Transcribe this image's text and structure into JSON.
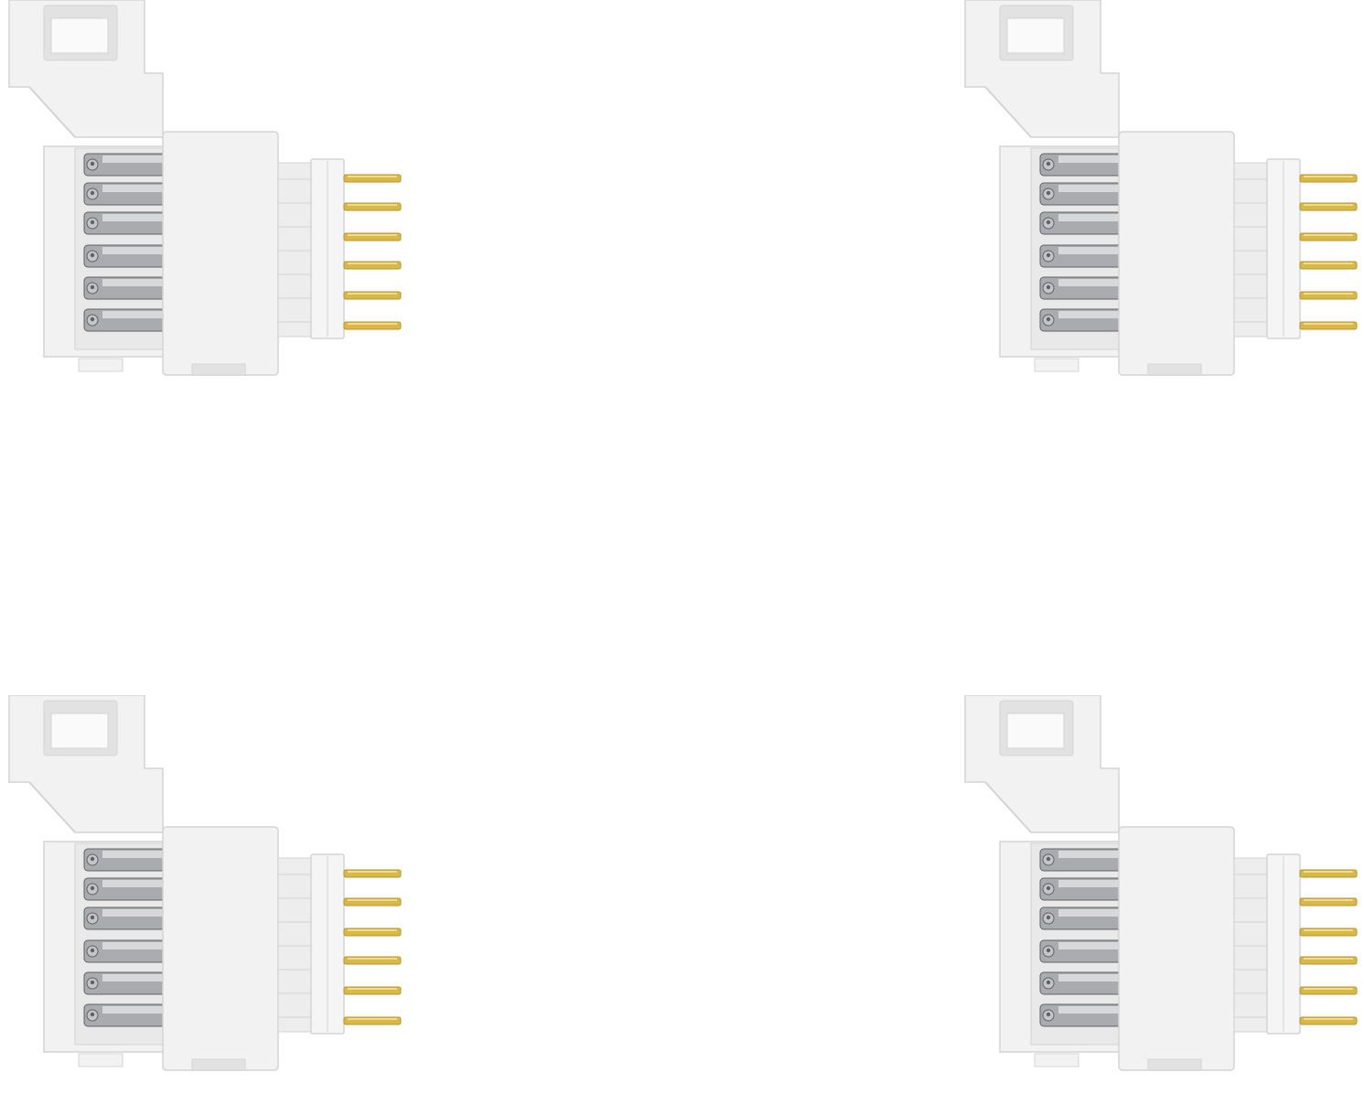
{
  "scene": {
    "background": "#ffffff",
    "connectors": [
      {
        "name": "connector-top-left",
        "pins": 6
      },
      {
        "name": "connector-top-right",
        "pins": 6
      },
      {
        "name": "connector-bottom-left",
        "pins": 6
      },
      {
        "name": "connector-bottom-right",
        "pins": 6
      }
    ],
    "colors": {
      "housing": "#f2f2f2",
      "housing_edge": "#d4d4d4",
      "housing_shadow": "#e2e2e2",
      "clip_metal": "#a9abae",
      "clip_dark": "#5e6266",
      "pin_gold": "#d9b84a",
      "pin_gold_dark": "#b8952e"
    }
  }
}
